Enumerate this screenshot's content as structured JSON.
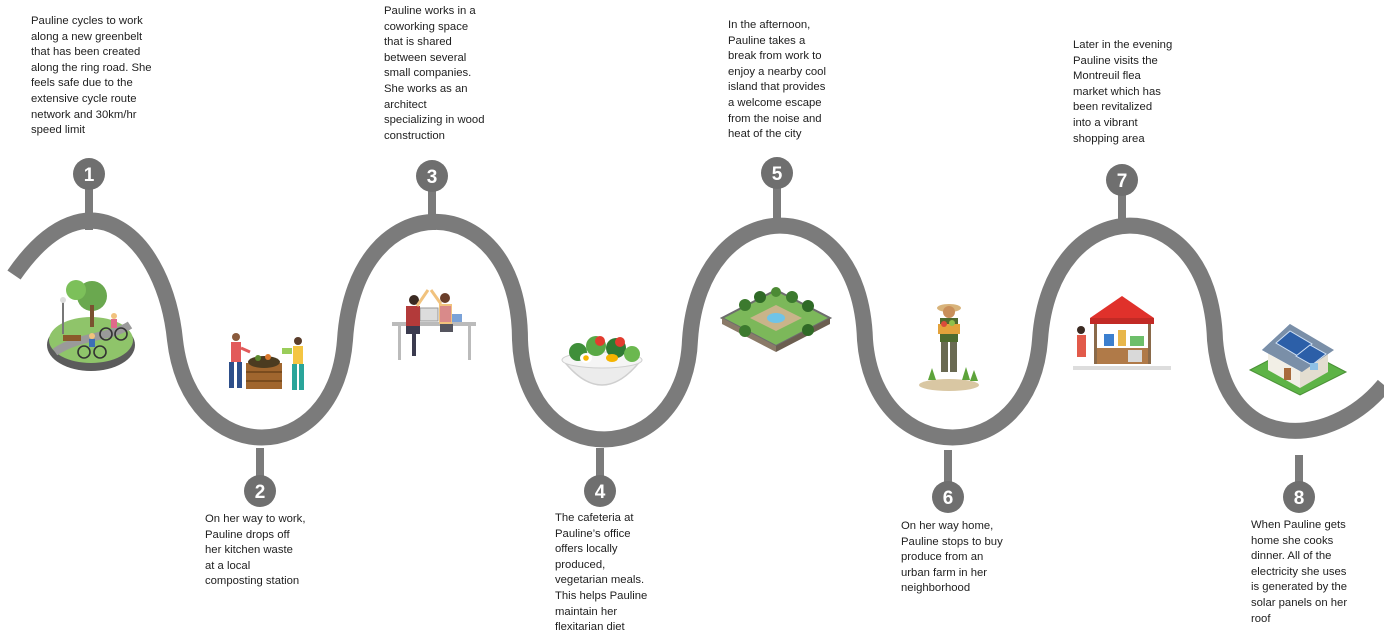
{
  "journey": {
    "steps": [
      {
        "number": "1",
        "text": "Pauline cycles to work\nalong a new greenbelt\nthat has been created\nalong the ring road. She\nfeels safe due to the\nextensive cycle route\nnetwork and 30km/hr\nspeed limit",
        "icon": "cyclists-park-icon"
      },
      {
        "number": "2",
        "text": "On her way to work,\nPauline drops off\nher kitchen waste\nat a local\ncomposting station",
        "icon": "composting-icon"
      },
      {
        "number": "3",
        "text": "Pauline works in a\ncoworking space\nthat is shared\nbetween several\nsmall companies.\nShe works as an\narchitect\nspecializing in wood\nconstruction",
        "icon": "coworking-icon"
      },
      {
        "number": "4",
        "text": "The cafeteria at\nPauline’s office\noffers locally\nproduced,\nvegetarian meals.\nThis helps Pauline\nmaintain her\nflexitarian diet",
        "icon": "salad-bowl-icon"
      },
      {
        "number": "5",
        "text": "In the afternoon,\nPauline takes a\nbreak from work to\nenjoy a nearby cool\nisland that provides\na welcome escape\nfrom the noise and\nheat of the city",
        "icon": "park-island-icon"
      },
      {
        "number": "6",
        "text": "On her way home,\nPauline stops to buy\nproduce from an\nurban farm in her\nneighborhood",
        "icon": "urban-farmer-icon"
      },
      {
        "number": "7",
        "text": "Later in the evening\nPauline visits the\nMontreuil flea\nmarket which has\nbeen revitalized\ninto a vibrant\nshopping area",
        "icon": "market-stall-icon"
      },
      {
        "number": "8",
        "text": "When Pauline gets\nhome she cooks\ndinner. All of the\nelectricity she uses\nis generated by the\nsolar panels on her\nroof",
        "icon": "solar-house-icon"
      }
    ]
  },
  "colors": {
    "path": "#7b7b7b",
    "badge": "#6f6f6f",
    "badge_text": "#ffffff",
    "text": "#1e1e1e"
  }
}
